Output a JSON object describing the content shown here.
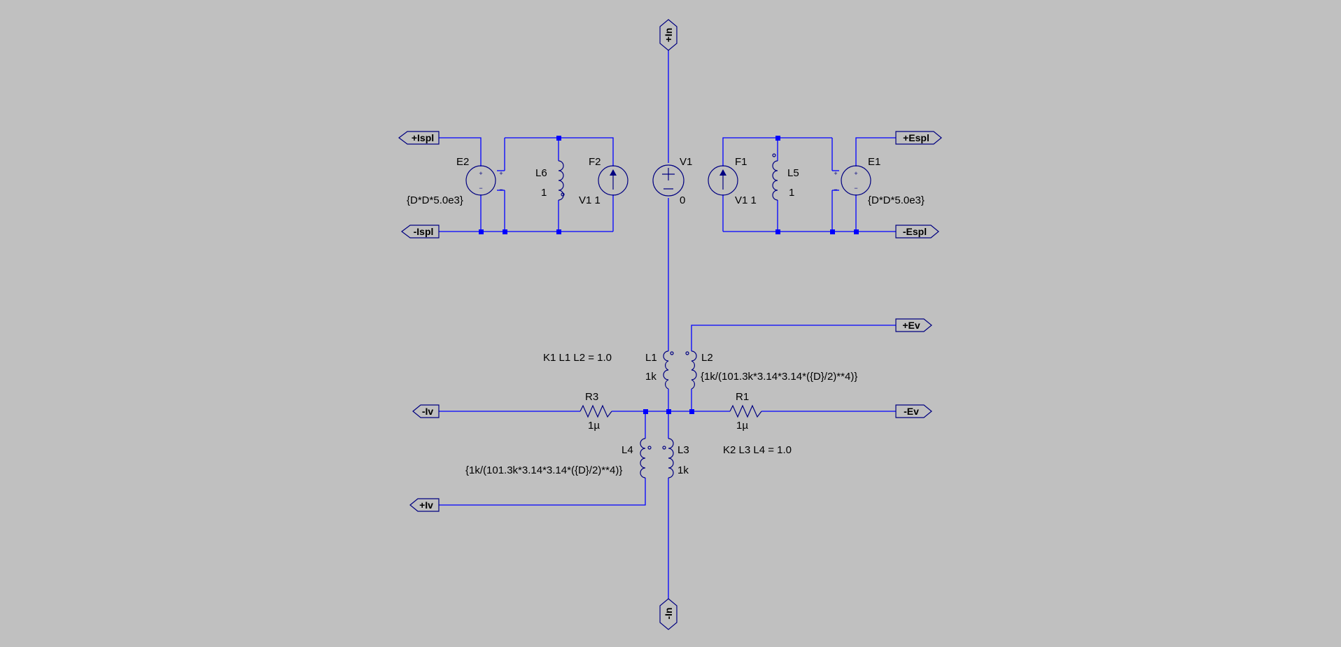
{
  "colors": {
    "background": "#c0c0c0",
    "wire": "#0000ff",
    "component": "#000080",
    "text": "#000000"
  },
  "ports": {
    "plus_in": "+In",
    "minus_in": "-In",
    "plus_ispl": "+Ispl",
    "minus_ispl": "-Ispl",
    "plus_espl": "+Espl",
    "minus_espl": "-Espl",
    "plus_ev": "+Ev",
    "minus_ev": "-Ev",
    "plus_iv": "+Iv",
    "minus_iv": "-Iv"
  },
  "components": {
    "v1": {
      "name": "V1",
      "value": "0"
    },
    "e1": {
      "name": "E1",
      "value": "{D*D*5.0e3}"
    },
    "e2": {
      "name": "E2",
      "value": "{D*D*5.0e3}"
    },
    "f1": {
      "name": "F1",
      "value": "V1 1"
    },
    "f2": {
      "name": "F2",
      "value": "V1 1"
    },
    "l5": {
      "name": "L5",
      "value": "1"
    },
    "l6": {
      "name": "L6",
      "value": "1"
    },
    "l1": {
      "name": "L1",
      "value": "1k"
    },
    "l2": {
      "name": "L2",
      "value": "{1k/(101.3k*3.14*3.14*({D}/2)**4)}"
    },
    "l3": {
      "name": "L3",
      "value": "1k"
    },
    "l4": {
      "name": "L4",
      "value": "{1k/(101.3k*3.14*3.14*({D}/2)**4)}"
    },
    "r1": {
      "name": "R1",
      "value": "1µ"
    },
    "r3": {
      "name": "R3",
      "value": "1µ"
    }
  },
  "directives": {
    "k1": "K1 L1 L2 = 1.0",
    "k2": "K2 L3 L4 = 1.0"
  }
}
